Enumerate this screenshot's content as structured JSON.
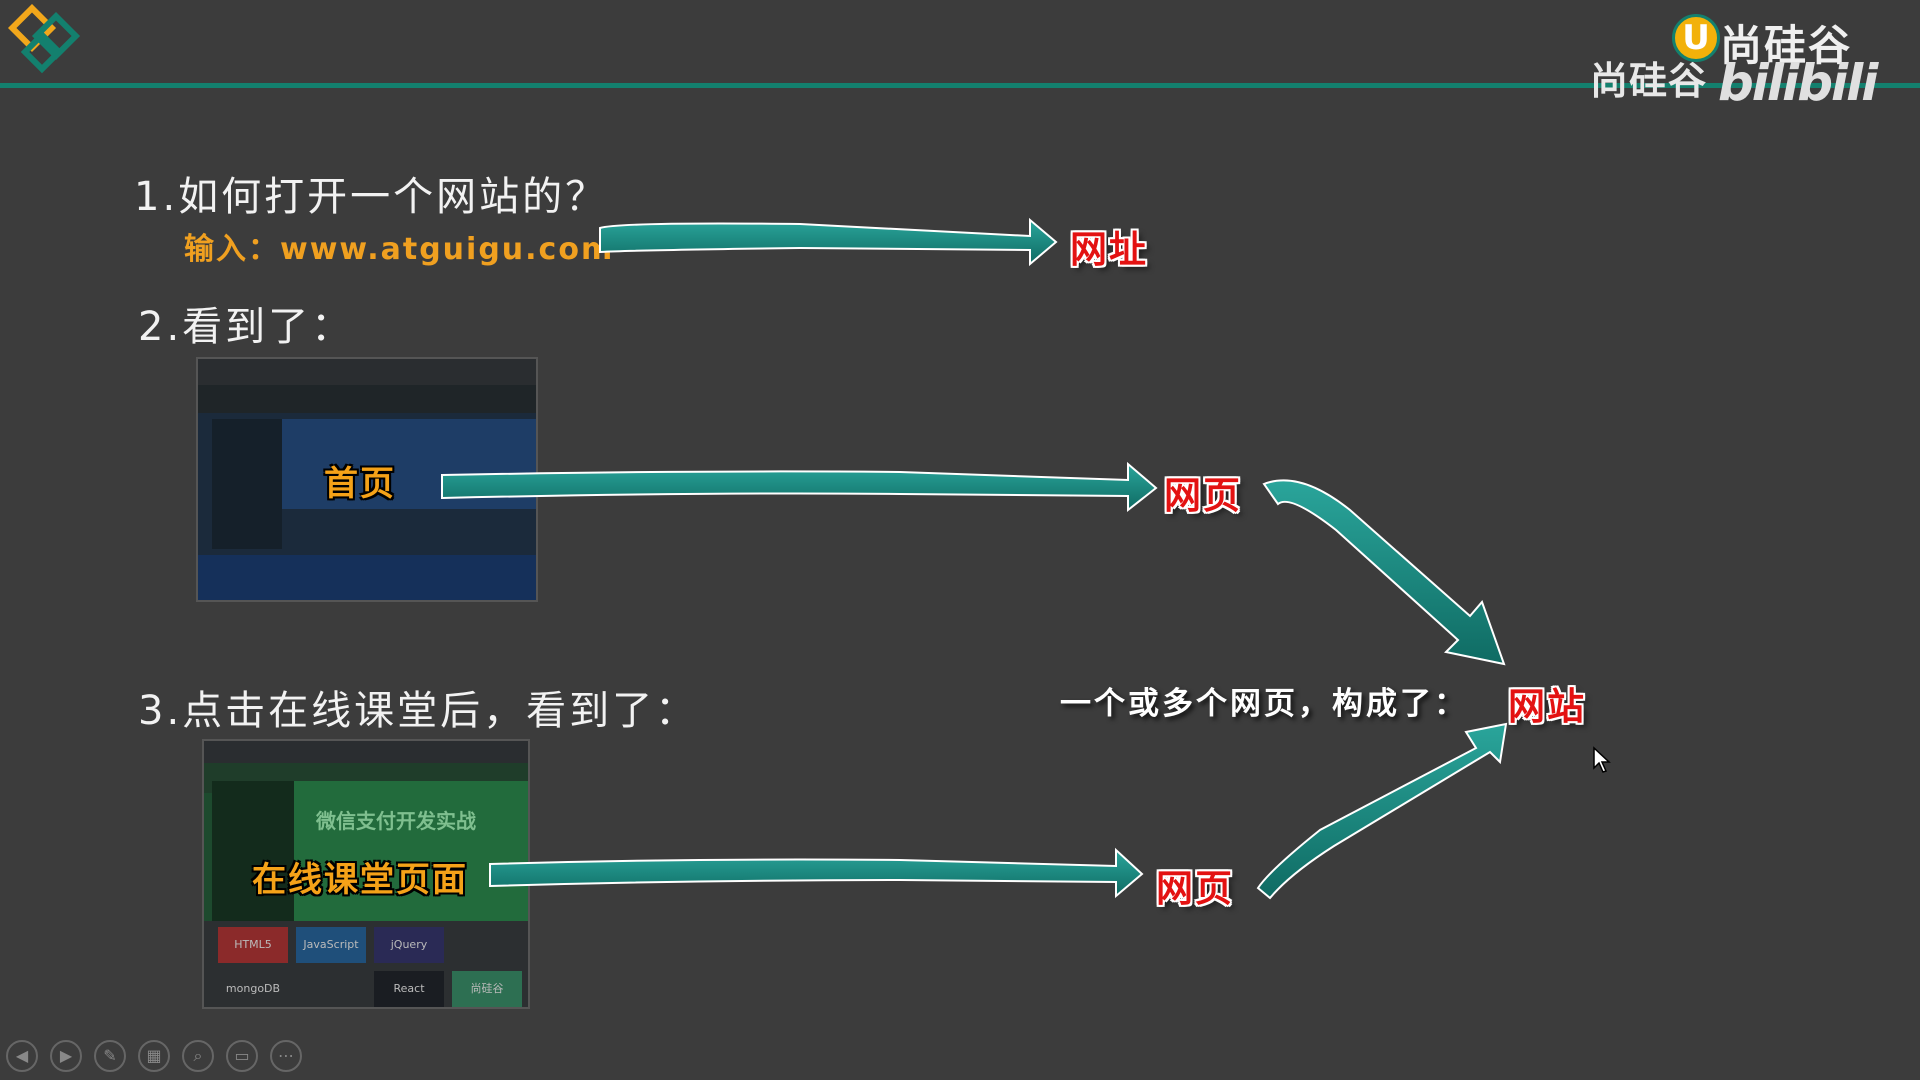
{
  "slide": {
    "q1": {
      "heading": "1.如何打开一个网站的？",
      "input_line": "输入：www.atguigu.com",
      "result": "网址"
    },
    "q2": {
      "heading": "2.看到了：",
      "thumb_label": "首页",
      "result": "网页"
    },
    "q3": {
      "heading": "3.点击在线课堂后，看到了：",
      "thumb_label": "在线课堂页面",
      "result": "网页",
      "thumb_banner": "微信支付开发实战"
    },
    "conclusion": {
      "text": "一个或多个网页，构成了：",
      "result": "网站"
    }
  },
  "brand": {
    "name_left": "尚硅谷",
    "name_right": "尚硅谷",
    "u_mark": "U",
    "bili": "bilibili"
  },
  "thumb2_tiles": [
    "HTML5",
    "JavaScript",
    "jQuery",
    "mongoDB",
    "React",
    "尚硅谷"
  ],
  "toolbar": {
    "buttons": [
      "prev-icon",
      "next-icon",
      "pen-icon",
      "slides-icon",
      "zoom-icon",
      "screen-icon",
      "more-icon"
    ]
  },
  "colors": {
    "accent": "#13806e",
    "background": "#3c3c3c",
    "red_label": "#e31212",
    "orange_label": "#f5a218"
  }
}
